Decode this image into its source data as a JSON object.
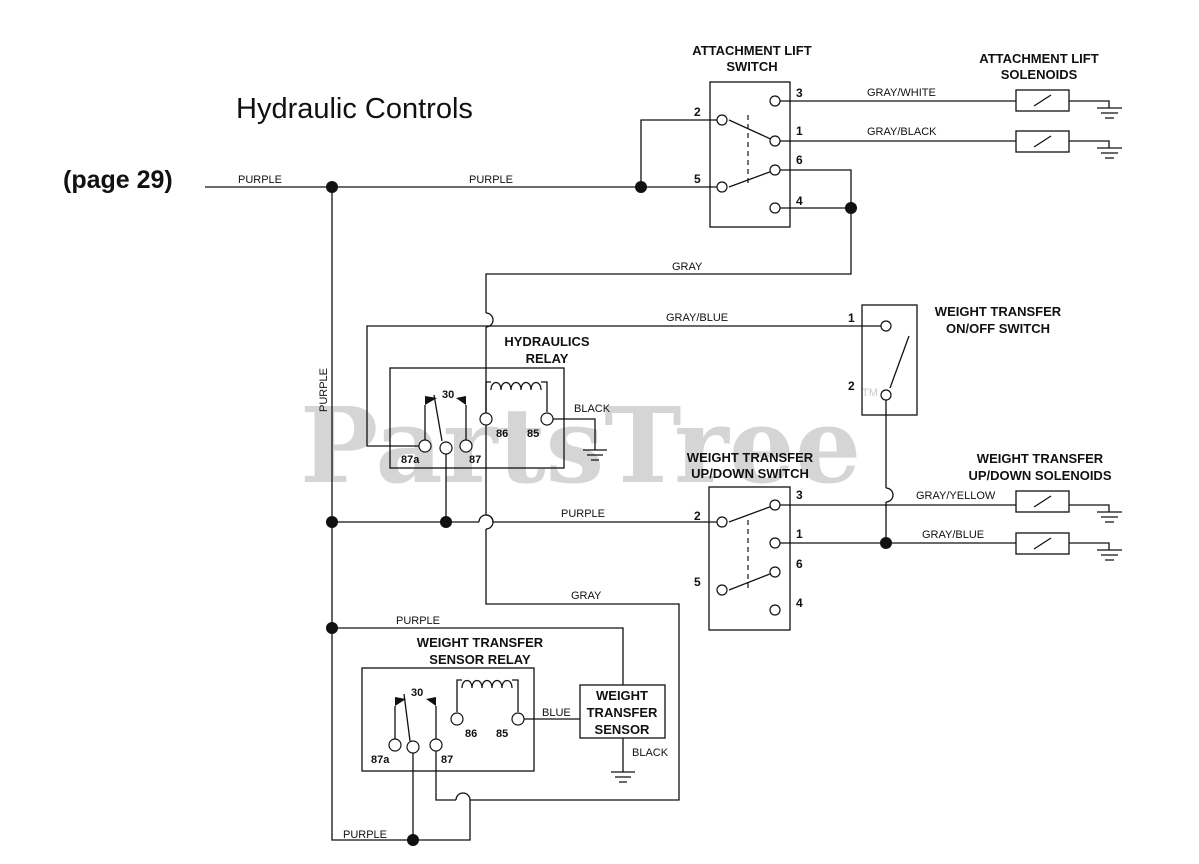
{
  "title": "Hydraulic Controls",
  "page_ref": "(page 29)",
  "watermark": "PartsTree",
  "watermark_tm": "TM",
  "components": {
    "attachment_lift_switch": {
      "label_line1": "ATTACHMENT LIFT",
      "label_line2": "SWITCH",
      "pins": [
        "3",
        "2",
        "1",
        "6",
        "5",
        "4"
      ]
    },
    "attachment_lift_solenoids": {
      "label_line1": "ATTACHMENT LIFT",
      "label_line2": "SOLENOIDS"
    },
    "weight_transfer_on_off_switch": {
      "label_line1": "WEIGHT TRANSFER",
      "label_line2": "ON/OFF SWITCH",
      "pins": [
        "1",
        "2"
      ]
    },
    "hydraulics_relay": {
      "label_line1": "HYDRAULICS",
      "label_line2": "RELAY",
      "pins": [
        "30",
        "86",
        "85",
        "87a",
        "87"
      ]
    },
    "weight_transfer_up_down_switch": {
      "label_line1": "WEIGHT TRANSFER",
      "label_line2": "UP/DOWN SWITCH",
      "pins": [
        "3",
        "2",
        "1",
        "6",
        "5",
        "4"
      ]
    },
    "weight_transfer_up_down_solenoids": {
      "label_line1": "WEIGHT TRANSFER",
      "label_line2": "UP/DOWN SOLENOIDS"
    },
    "weight_transfer_sensor_relay": {
      "label_line1": "WEIGHT TRANSFER",
      "label_line2": "SENSOR RELAY",
      "pins": [
        "30",
        "86",
        "85",
        "87a",
        "87"
      ]
    },
    "weight_transfer_sensor": {
      "label_line1": "WEIGHT",
      "label_line2": "TRANSFER",
      "label_line3": "SENSOR"
    }
  },
  "wires": {
    "purple_input": "PURPLE",
    "purple_main": "PURPLE",
    "purple_vertical": "PURPLE",
    "gray_white": "GRAY/WHITE",
    "gray_black": "GRAY/BLACK",
    "gray_top": "GRAY",
    "gray_blue_top": "GRAY/BLUE",
    "black_hydraulics_relay": "BLACK",
    "purple_mid": "PURPLE",
    "gray_yellow": "GRAY/YELLOW",
    "gray_blue_lower": "GRAY/BLUE",
    "gray_bottom": "GRAY",
    "purple_sensor_relay": "PURPLE",
    "blue": "BLUE",
    "black_sensor": "BLACK",
    "purple_bottom": "PURPLE"
  }
}
